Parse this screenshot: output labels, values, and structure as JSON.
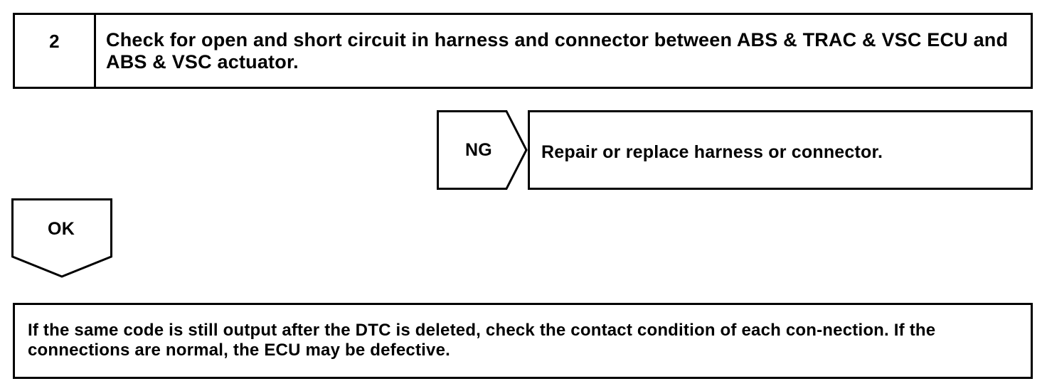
{
  "step": {
    "number": "2",
    "title": "Check for open and short circuit in harness and connector between ABS & TRAC & VSC ECU and ABS & VSC actuator."
  },
  "ng_branch": {
    "label": "NG",
    "result": "Repair or replace harness or connector."
  },
  "ok_branch": {
    "label": "OK"
  },
  "note": {
    "text": "If the same code is still output after the DTC is deleted, check the contact condition of each con-nection. If the connections are normal, the ECU may be defective."
  }
}
